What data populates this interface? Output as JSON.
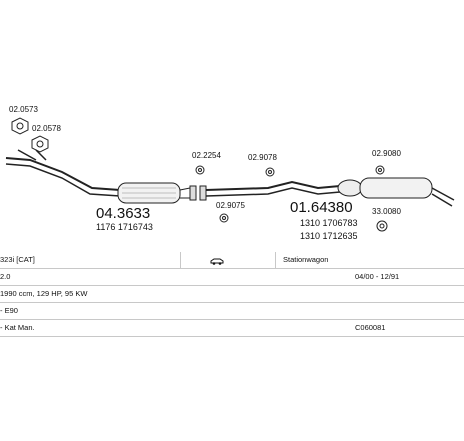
{
  "parts": {
    "catalyst": {
      "code": "04.3633",
      "oe": "1176 1716743"
    },
    "silencer": {
      "code": "01.64380",
      "oe1": "1310 1706783",
      "oe2": "1310 1712635"
    },
    "small_parts": {
      "p1": "02.0573",
      "p2": "02.0578",
      "p3": "02.2254",
      "p4": "02.9078",
      "p5": "02.9075",
      "p6": "02.9080",
      "p7": "33.0080"
    }
  },
  "table": {
    "row1": {
      "model": "323i  [CAT]",
      "body": "Stationwagon"
    },
    "row2": {
      "engine": "2.0",
      "dates": "04/00 - 12/91"
    },
    "row3": {
      "spec": "1990 ccm, 129 HP, 95 KW"
    },
    "row4": {
      "chassis": "- E90"
    },
    "row5": {
      "trans": "- Kat Man.",
      "ref": "C060081"
    }
  }
}
